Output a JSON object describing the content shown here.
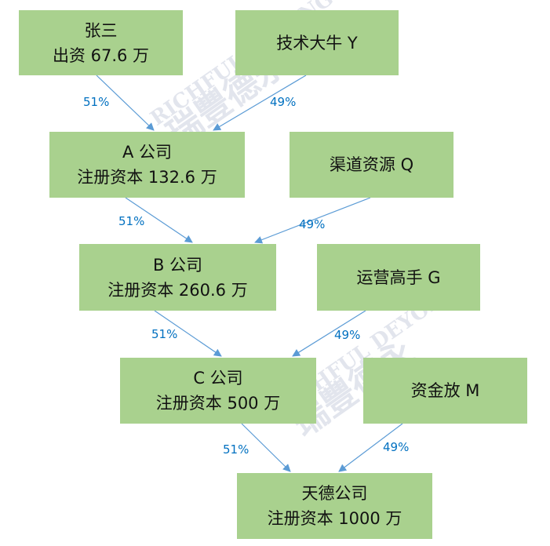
{
  "watermark": {
    "text_en": "RICHFUL DEYONG",
    "text_cn": "瑞豐德永"
  },
  "nodes": {
    "zhangsan": {
      "line1": "张三",
      "line2": "出资 67.6 万"
    },
    "tech": {
      "line1": "技术大牛 Y"
    },
    "a": {
      "line1": "A 公司",
      "line2": "注册资本 132.6 万"
    },
    "channel": {
      "line1": "渠道资源 Q"
    },
    "b": {
      "line1": "B 公司",
      "line2": "注册资本 260.6 万"
    },
    "ops": {
      "line1": "运营高手 G"
    },
    "c": {
      "line1": "C 公司",
      "line2": "注册资本 500 万"
    },
    "fund": {
      "line1": "资金放 M"
    },
    "tiande": {
      "line1": "天德公司",
      "line2": "注册资本 1000 万"
    }
  },
  "edges": [
    {
      "from": "张三",
      "to": "A 公司",
      "label": "51%"
    },
    {
      "from": "技术大牛 Y",
      "to": "A 公司",
      "label": "49%"
    },
    {
      "from": "A 公司",
      "to": "B 公司",
      "label": "51%"
    },
    {
      "from": "渠道资源 Q",
      "to": "B 公司",
      "label": "49%"
    },
    {
      "from": "B 公司",
      "to": "C 公司",
      "label": "51%"
    },
    {
      "from": "运营高手 G",
      "to": "C 公司",
      "label": "49%"
    },
    {
      "from": "C 公司",
      "to": "天德公司",
      "label": "51%"
    },
    {
      "from": "资金放 M",
      "to": "天德公司",
      "label": "49%"
    }
  ],
  "colors": {
    "box": "#a9d18e",
    "arrow": "#5b9bd5",
    "label": "#0070c0"
  }
}
